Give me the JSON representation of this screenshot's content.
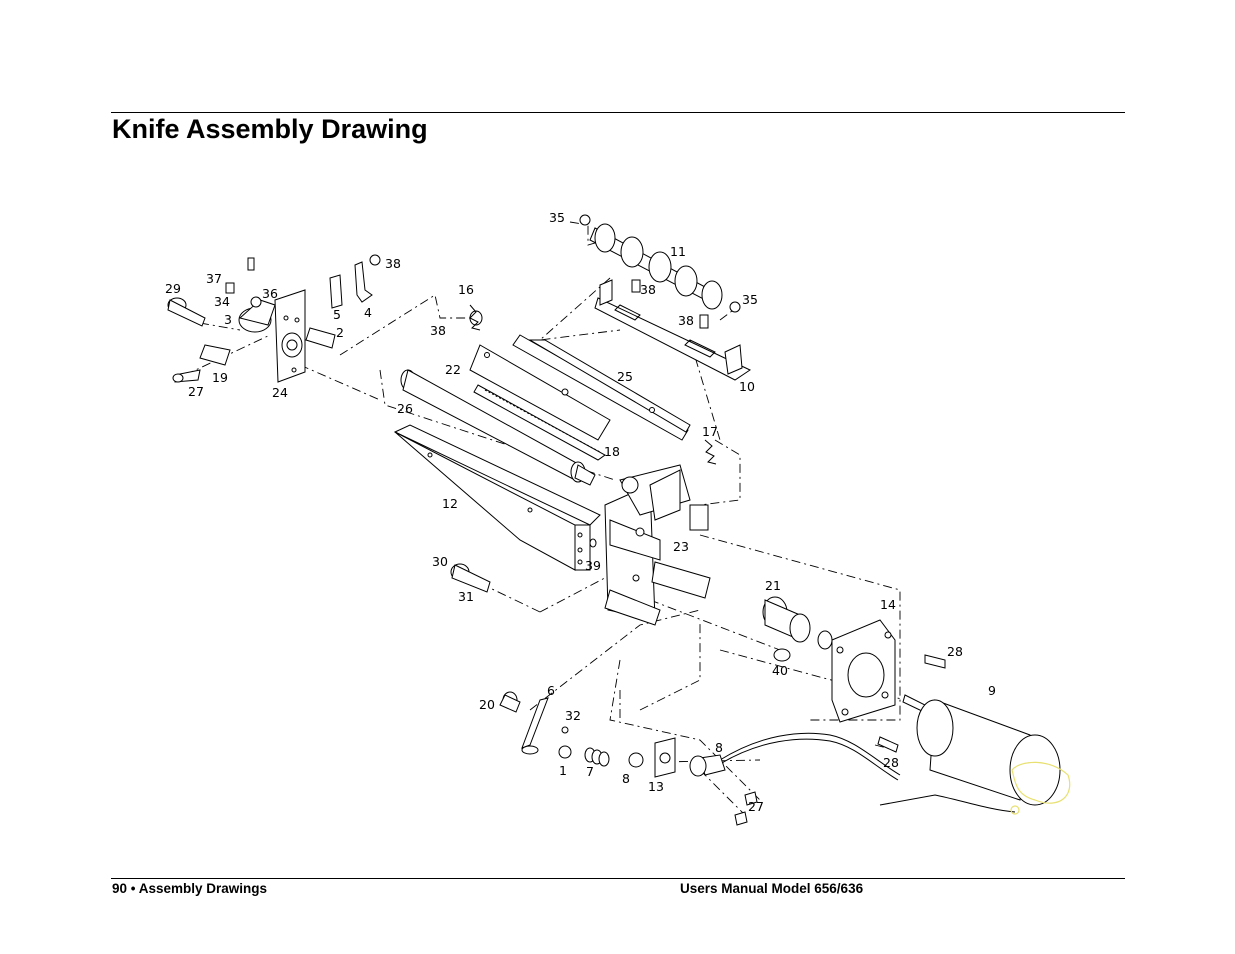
{
  "page": {
    "title": "Knife Assembly Drawing",
    "footer_left": "90 • Assembly Drawings",
    "footer_right": "Users Manual Model 656/636"
  },
  "drawing": {
    "callouts": [
      {
        "id": "c35a",
        "text": "35"
      },
      {
        "id": "c11",
        "text": "11"
      },
      {
        "id": "c38a",
        "text": "38"
      },
      {
        "id": "c35b",
        "text": "35"
      },
      {
        "id": "c38b",
        "text": "38"
      },
      {
        "id": "c10",
        "text": "10"
      },
      {
        "id": "c37",
        "text": "37"
      },
      {
        "id": "c38c",
        "text": "38"
      },
      {
        "id": "c29",
        "text": "29"
      },
      {
        "id": "c34",
        "text": "34"
      },
      {
        "id": "c36",
        "text": "36"
      },
      {
        "id": "c3",
        "text": "3"
      },
      {
        "id": "c5",
        "text": "5"
      },
      {
        "id": "c4",
        "text": "4"
      },
      {
        "id": "c2",
        "text": "2"
      },
      {
        "id": "c16",
        "text": "16"
      },
      {
        "id": "c38d",
        "text": "38"
      },
      {
        "id": "c19",
        "text": "19"
      },
      {
        "id": "c27a",
        "text": "27"
      },
      {
        "id": "c24",
        "text": "24"
      },
      {
        "id": "c22",
        "text": "22"
      },
      {
        "id": "c25",
        "text": "25"
      },
      {
        "id": "c26",
        "text": "26"
      },
      {
        "id": "c18",
        "text": "18"
      },
      {
        "id": "c17",
        "text": "17"
      },
      {
        "id": "c12",
        "text": "12"
      },
      {
        "id": "c23",
        "text": "23"
      },
      {
        "id": "c30",
        "text": "30"
      },
      {
        "id": "c39",
        "text": "39"
      },
      {
        "id": "c31",
        "text": "31"
      },
      {
        "id": "c21",
        "text": "21"
      },
      {
        "id": "c14",
        "text": "14"
      },
      {
        "id": "c28a",
        "text": "28"
      },
      {
        "id": "c40",
        "text": "40"
      },
      {
        "id": "c9",
        "text": "9"
      },
      {
        "id": "c20",
        "text": "20"
      },
      {
        "id": "c6",
        "text": "6"
      },
      {
        "id": "c32",
        "text": "32"
      },
      {
        "id": "c8a",
        "text": "8"
      },
      {
        "id": "c1",
        "text": "1"
      },
      {
        "id": "c7",
        "text": "7"
      },
      {
        "id": "c8b",
        "text": "8"
      },
      {
        "id": "c13",
        "text": "13"
      },
      {
        "id": "c28b",
        "text": "28"
      },
      {
        "id": "c27b",
        "text": "27"
      }
    ]
  }
}
